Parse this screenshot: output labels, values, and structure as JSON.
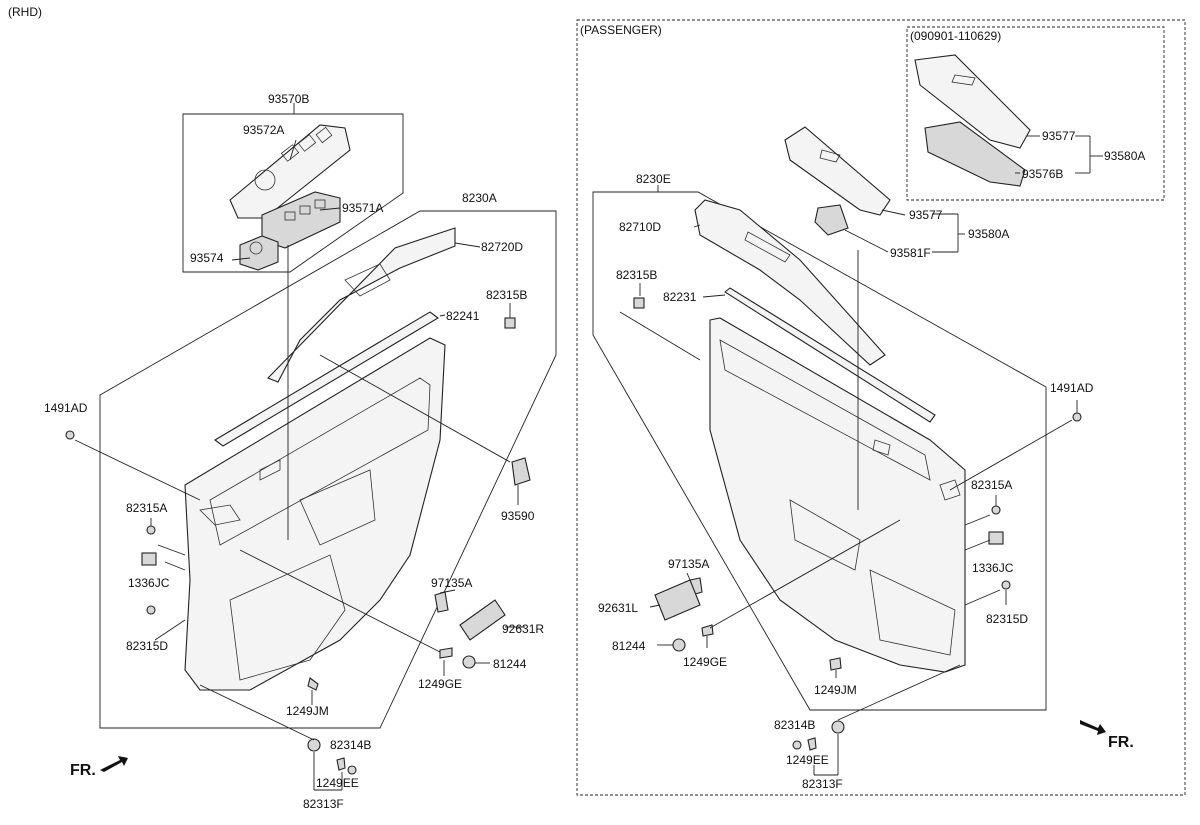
{
  "headers": {
    "rhd": "(RHD)",
    "passenger": "(PASSENGER)",
    "date_range": "(090901-110629)"
  },
  "direction": {
    "left": "FR.",
    "right": "FR."
  },
  "labels": {
    "p93570B": "93570B",
    "p93572A": "93572A",
    "p93571A": "93571A",
    "p93574": "93574",
    "p8230A": "8230A",
    "p82720D": "82720D",
    "p82315B_left": "82315B",
    "p82241": "82241",
    "p1491AD_left": "1491AD",
    "p93590": "93590",
    "p82315A_left": "82315A",
    "p1336JC_left": "1336JC",
    "p82315D_left": "82315D",
    "p97135A_left": "97135A",
    "p92631R": "92631R",
    "p81244_left": "81244",
    "p1249GE_left": "1249GE",
    "p1249JM_left": "1249JM",
    "p82314B_left": "82314B",
    "p1249EE_left": "1249EE",
    "p82313F_left": "82313F",
    "p8230E": "8230E",
    "p82710D": "82710D",
    "p82315B_right": "82315B",
    "p82231": "82231",
    "p93577_a": "93577",
    "p93581F": "93581F",
    "p93580A_a": "93580A",
    "p93577_b": "93577",
    "p93576B": "93576B",
    "p93580A_b": "93580A",
    "p1491AD_right": "1491AD",
    "p82315A_right": "82315A",
    "p1336JC_right": "1336JC",
    "p82315D_right": "82315D",
    "p97135A_right": "97135A",
    "p92631L": "92631L",
    "p81244_right": "81244",
    "p1249GE_right": "1249GE",
    "p1249JM_right": "1249JM",
    "p82314B_right": "82314B",
    "p1249EE_right": "1249EE",
    "p82313F_right": "82313F"
  }
}
